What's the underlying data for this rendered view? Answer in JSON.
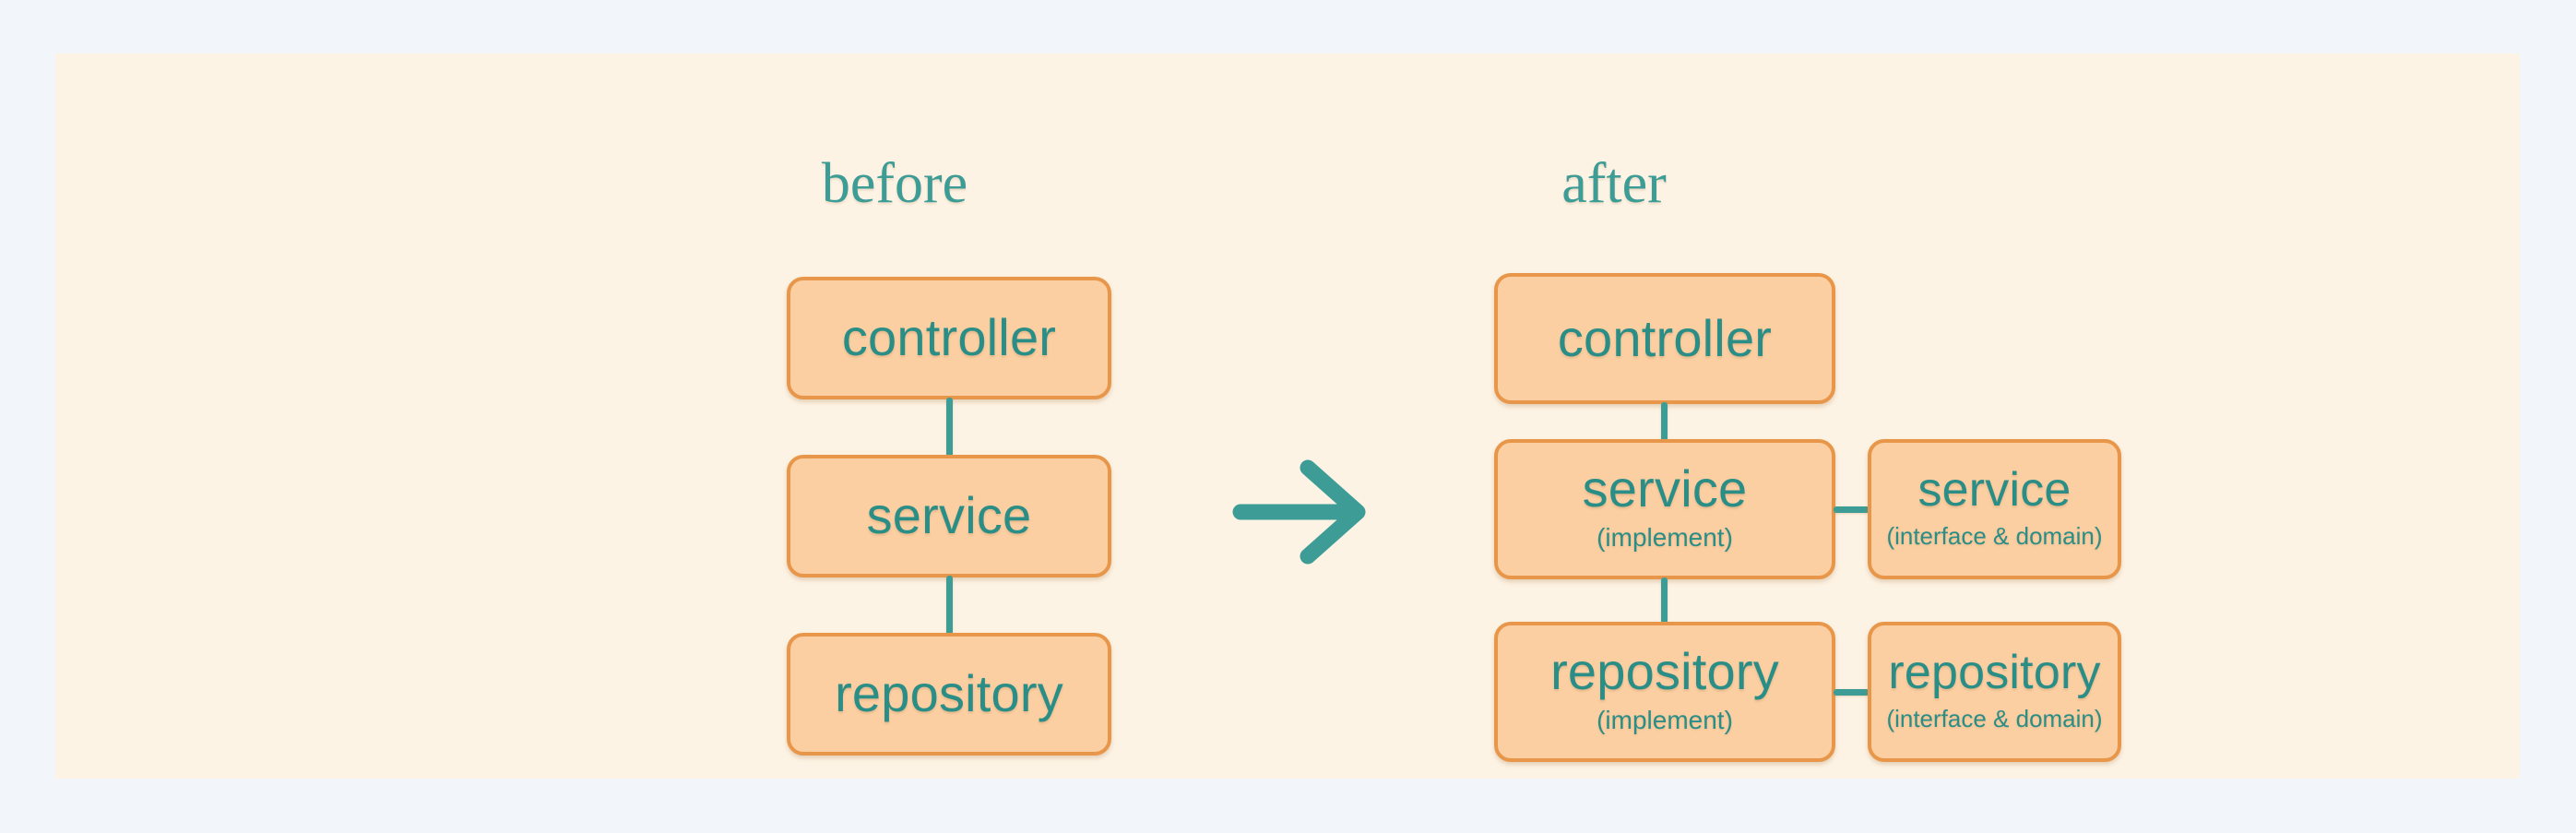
{
  "page": {
    "background_color": "#f2f6fa",
    "card_background_color": "#fdf3e4",
    "accent_teal": "#3d9d96",
    "box_fill": "#fbcfa2",
    "box_border": "#e8974a",
    "text_color": "#2a8e87"
  },
  "diagram": {
    "type": "architecture-comparison",
    "columns": [
      {
        "id": "before",
        "title": "before",
        "nodes": [
          {
            "id": "controller",
            "title": "controller",
            "sub": ""
          },
          {
            "id": "service",
            "title": "service",
            "sub": ""
          },
          {
            "id": "repository",
            "title": "repository",
            "sub": ""
          }
        ],
        "connections": [
          {
            "from": "controller",
            "to": "service",
            "orientation": "vertical"
          },
          {
            "from": "service",
            "to": "repository",
            "orientation": "vertical"
          }
        ]
      },
      {
        "id": "after",
        "title": "after",
        "nodes": [
          {
            "id": "controller",
            "title": "controller",
            "sub": ""
          },
          {
            "id": "service-impl",
            "title": "service",
            "sub": "(implement)"
          },
          {
            "id": "service-iface",
            "title": "service",
            "sub": "(interface & domain)"
          },
          {
            "id": "repository-impl",
            "title": "repository",
            "sub": "(implement)"
          },
          {
            "id": "repository-iface",
            "title": "repository",
            "sub": "(interface & domain)"
          }
        ],
        "connections": [
          {
            "from": "controller",
            "to": "service-impl",
            "orientation": "vertical"
          },
          {
            "from": "service-impl",
            "to": "repository-impl",
            "orientation": "vertical"
          },
          {
            "from": "service-impl",
            "to": "service-iface",
            "orientation": "horizontal"
          },
          {
            "from": "repository-impl",
            "to": "repository-iface",
            "orientation": "horizontal"
          }
        ]
      }
    ],
    "transition": {
      "icon": "arrow-right-icon",
      "direction": "right",
      "color": "#3d9d96"
    }
  }
}
